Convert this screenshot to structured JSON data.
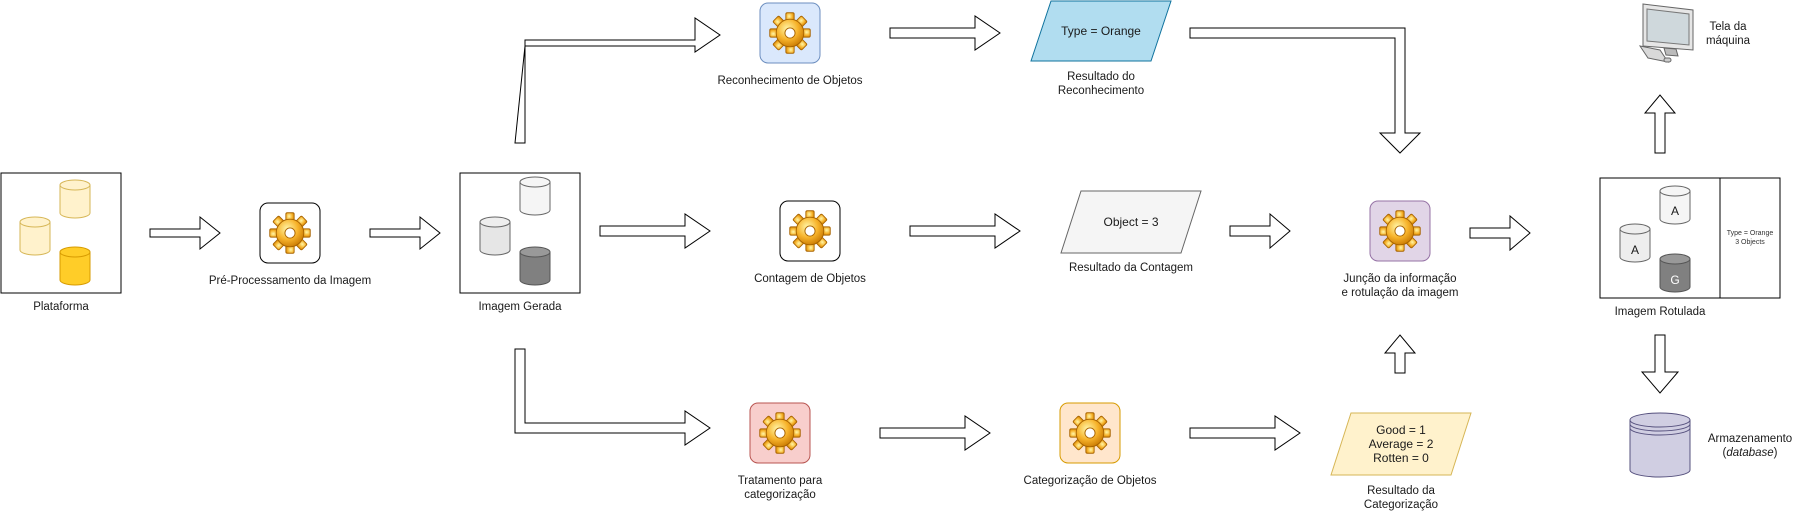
{
  "nodes": {
    "plataforma": {
      "label": "Plataforma"
    },
    "preproc": {
      "label": "Pré-Processamento da Imagem"
    },
    "imagem_gerada": {
      "label": "Imagem Gerada"
    },
    "reconhecimento": {
      "label": "Reconhecimento de Objetos"
    },
    "contagem": {
      "label": "Contagem de Objetos"
    },
    "tratamento": {
      "line1": "Tratamento para",
      "line2": "categorização"
    },
    "resultado_reconhecimento": {
      "text": "Type = Orange",
      "line1": "Resultado do",
      "line2": "Reconhecimento"
    },
    "resultado_contagem": {
      "text": "Object = 3",
      "label": "Resultado da Contagem"
    },
    "categorizacao": {
      "label": "Categorização de Objetos"
    },
    "resultado_categorizacao": {
      "text1": "Good = 1",
      "text2": "Average = 2",
      "text3": "Rotten = 0",
      "line1": "Resultado da",
      "line2": "Categorização"
    },
    "juncao": {
      "line1": "Junção da informação",
      "line2": "e rotulação da imagem"
    },
    "imagem_rotulada": {
      "label": "Imagem Rotulada",
      "cyl_a1": "A",
      "cyl_a2": "A",
      "cyl_g": "G",
      "note1": "Type = Orange",
      "note2": "3 Objects"
    },
    "tela": {
      "line1": "Tela da",
      "line2": "máquina"
    },
    "armazenamento": {
      "line1": "Armazenamento",
      "line2": "database"
    }
  },
  "colors": {
    "yellow_fill": "#fff2cc",
    "yellow_stroke": "#d6b656",
    "orange_fill": "#ffcd28",
    "orange_stroke": "#d79b00",
    "gray_light": "#f5f5f5",
    "gray_mid": "#cccccc",
    "gray_dark": "#808080",
    "blue_fill": "#b1ddf0",
    "blue_stroke": "#10739e",
    "purple_fill": "#e1d5e7",
    "purple_stroke": "#9673a6",
    "red_fill": "#f8cecc",
    "red_stroke": "#b85450",
    "peach_fill": "#ffe6cc",
    "peach_stroke": "#d79b00",
    "db_fill": "#d0cee2",
    "db_stroke": "#56517e"
  }
}
